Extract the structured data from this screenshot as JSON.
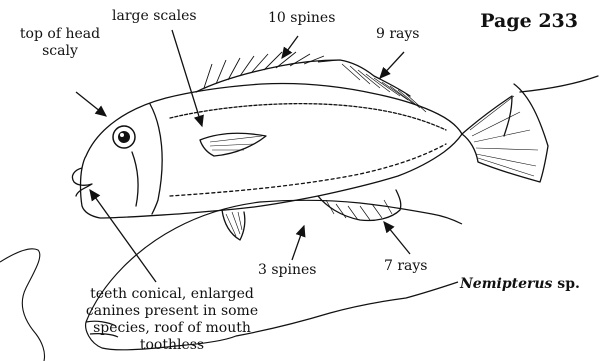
{
  "page": {
    "number_label": "Page 233"
  },
  "species": {
    "genus": "Nemipterus",
    "suffix": " sp."
  },
  "labels": {
    "head": [
      "top of head",
      "scaly"
    ],
    "scales": "large scales",
    "spines_dorsal": "10 spines",
    "rays_dorsal": "9 rays",
    "spines_anal": "3 spines",
    "rays_anal": "7 rays",
    "teeth": [
      "teeth conical, enlarged",
      "canines present in some",
      "species, roof of mouth",
      "toothless"
    ]
  },
  "colors": {
    "ink": "#111111",
    "paper": "#ffffff"
  }
}
